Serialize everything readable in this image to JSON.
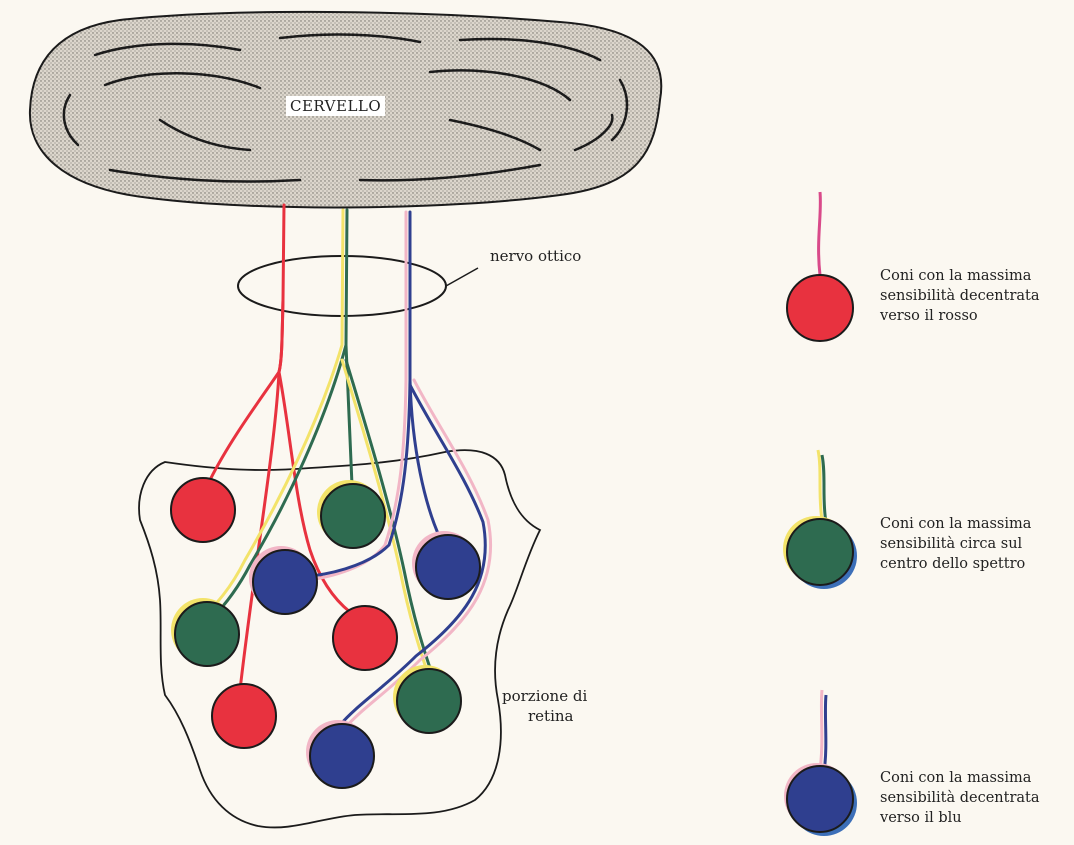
{
  "labels": {
    "brain": "CERVELLO",
    "optic_nerve": "nervo ottico",
    "retina_line1": "porzione di",
    "retina_line2": "retina"
  },
  "legend": [
    {
      "line1": "Coni con la massima",
      "line2": "sensibilità decentrata",
      "line3": "verso il rosso",
      "color": "#e8323f"
    },
    {
      "line1": "Coni con la massima",
      "line2": "sensibilità circa sul",
      "line3": "centro dello spettro",
      "color": "#2e6b50"
    },
    {
      "line1": "Coni con la massima",
      "line2": "sensibilità decentrata",
      "line3": "verso il blu",
      "color": "#2f3f8f"
    }
  ],
  "colors": {
    "red": "#e8323f",
    "green": "#2e6b50",
    "blue": "#2f3f8f",
    "yellow": "#f3e36a",
    "pink": "#f2b6c6",
    "outline": "#1b1b1b",
    "brain_fill": "#d8d2c8"
  }
}
